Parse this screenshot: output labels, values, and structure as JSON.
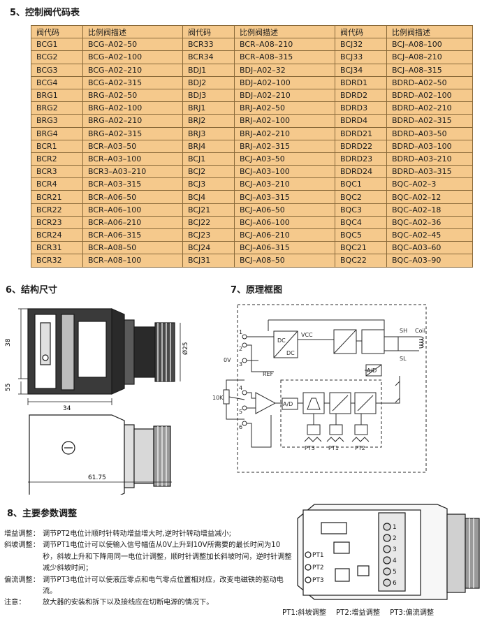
{
  "section5": {
    "title": "5、控制阀代码表",
    "headers": [
      "阀代码",
      "比例阀描述",
      "阀代码",
      "比例阀描述",
      "阀代码",
      "比例阀描述"
    ],
    "rows": [
      [
        "BCG1",
        "BCG–A02–50",
        "BCR33",
        "BCR–A08–210",
        "BCJ32",
        "BCJ–A08–100"
      ],
      [
        "BCG2",
        "BCG–A02–100",
        "BCR34",
        "BCR–A08–315",
        "BCJ33",
        "BCJ–A08–210"
      ],
      [
        "BCG3",
        "BCG–A02–210",
        "BDJ1",
        "BDJ–A02–32",
        "BCJ34",
        "BCJ–A08–315"
      ],
      [
        "BCG4",
        "BCG–A02–315",
        "BDJ2",
        "BDJ–A02–100",
        "BDRD1",
        "BDRD–A02–50"
      ],
      [
        "BRG1",
        "BRG–A02–50",
        "BDJ3",
        "BDJ–A02–210",
        "BDRD2",
        "BDRD–A02–100"
      ],
      [
        "BRG2",
        "BRG–A02–100",
        "BRJ1",
        "BRJ–A02–50",
        "BDRD3",
        "BDRD–A02–210"
      ],
      [
        "BRG3",
        "BRG–A02–210",
        "BRJ2",
        "BRJ–A02–100",
        "BDRD4",
        "BDRD–A02–315"
      ],
      [
        "BRG4",
        "BRG–A02–315",
        "BRJ3",
        "BRJ–A02–210",
        "BDRD21",
        "BDRD–A03–50"
      ],
      [
        "BCR1",
        "BCR–A03–50",
        "BRJ4",
        "BRJ–A02–315",
        "BDRD22",
        "BDRD–A03–100"
      ],
      [
        "BCR2",
        "BCR–A03–100",
        "BCJ1",
        "BCJ–A03–50",
        "BDRD23",
        "BDRD–A03–210"
      ],
      [
        "BCR3",
        "BCR3–A03–210",
        "BCJ2",
        "BCJ–A03–100",
        "BDRD24",
        "BDRD–A03–315"
      ],
      [
        "BCR4",
        "BCR–A03–315",
        "BCJ3",
        "BCJ–A03–210",
        "BQC1",
        "BQC–A02–3"
      ],
      [
        "BCR21",
        "BCR–A06–50",
        "BCJ4",
        "BCJ–A03–315",
        "BQC2",
        "BQC–A02–12"
      ],
      [
        "BCR22",
        "BCR–A06–100",
        "BCJ21",
        "BCJ–A06–50",
        "BQC3",
        "BQC–A02–18"
      ],
      [
        "BCR23",
        "BCR–A06–210",
        "BCJ22",
        "BCJ–A06–100",
        "BQC4",
        "BQC–A02–36"
      ],
      [
        "BCR24",
        "BCR–A06–315",
        "BCJ23",
        "BCJ–A06–210",
        "BQC5",
        "BQC–A02–45"
      ],
      [
        "BCR31",
        "BCR–A08–50",
        "BCJ24",
        "BCJ–A06–315",
        "BQC21",
        "BQC–A03–60"
      ],
      [
        "BCR32",
        "BCR–A08–100",
        "BCJ31",
        "BCJ–A08–50",
        "BQC22",
        "BQC–A03–90"
      ]
    ]
  },
  "section6": {
    "title": "6、结构尺寸",
    "dims": {
      "h38": "38",
      "h55": "55",
      "w34": "34",
      "d25": "Ø25",
      "w6175": "61.75"
    }
  },
  "section7": {
    "title": "7、原理框图",
    "labels": {
      "dcdc": "DC",
      "dcdc2": "DC",
      "vcc": "VCC",
      "ref": "REF",
      "v0": "0V",
      "k10": "10K",
      "sh": "SH",
      "sl": "SL",
      "coil": "Coil",
      "ad": "A/D",
      "ad2": "A/D",
      "pins": [
        "1",
        "2",
        "3",
        "4",
        "5",
        "6"
      ],
      "pt3": "PT3",
      "pt1": "PT1",
      "pt2": "PT2"
    }
  },
  "section8": {
    "title": "8、主要参数调整",
    "items": [
      {
        "label": "增益调整：",
        "text": "调节PT2电位计顺时针转动增益增大时,逆时针转动增益减小;"
      },
      {
        "label": "斜坡调整：",
        "text": "调节PT1电位计可以使输入信号幅值从0V上升到10V所需要的最长时间为10秒，斜坡上升和下降用同一电位计调整，顺时针调整加长斜坡时间，逆时针调整减少斜坡时间；"
      },
      {
        "label": "偏流调整：",
        "text": "调节PT3电位计可以使液压零点和电气零点位置相对应，改变电磁铁的驱动电流。"
      },
      {
        "label": "注意：",
        "text": "放大器的安装和拆下以及接线应在切断电源的情况下。"
      }
    ],
    "board_labels": {
      "pt1": "PT1",
      "pt2": "PT2",
      "pt3": "PT3",
      "terminals": [
        "1",
        "2",
        "3",
        "4",
        "5",
        "6"
      ]
    },
    "captions": [
      "PT1:斜坡调整",
      "PT2:增益调整",
      "PT3:偏流调整"
    ]
  },
  "colors": {
    "table_bg": "#f5c98c",
    "table_border": "#8a6a3a",
    "ink": "#1a1a1a",
    "diagram": "#2a2a2a"
  }
}
